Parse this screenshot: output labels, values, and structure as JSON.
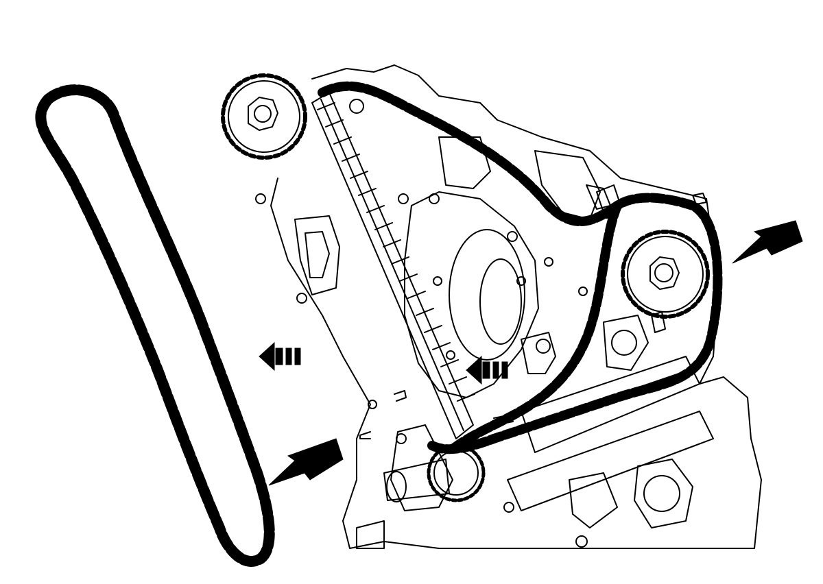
{
  "diagram": {
    "line_color": "#000000",
    "background": "#ffffff",
    "components": [
      "timing-chain-removed",
      "camshaft-sprocket-upper",
      "chain-guide",
      "engine-front-cover",
      "camshaft-sprocket-right",
      "timing-chain-installed",
      "crankshaft-sprocket",
      "chain-tensioner"
    ],
    "indicators": [
      "removal-arrow-left",
      "removal-arrow-center",
      "callout-arrow-chain",
      "callout-arrow-right-chain"
    ]
  }
}
